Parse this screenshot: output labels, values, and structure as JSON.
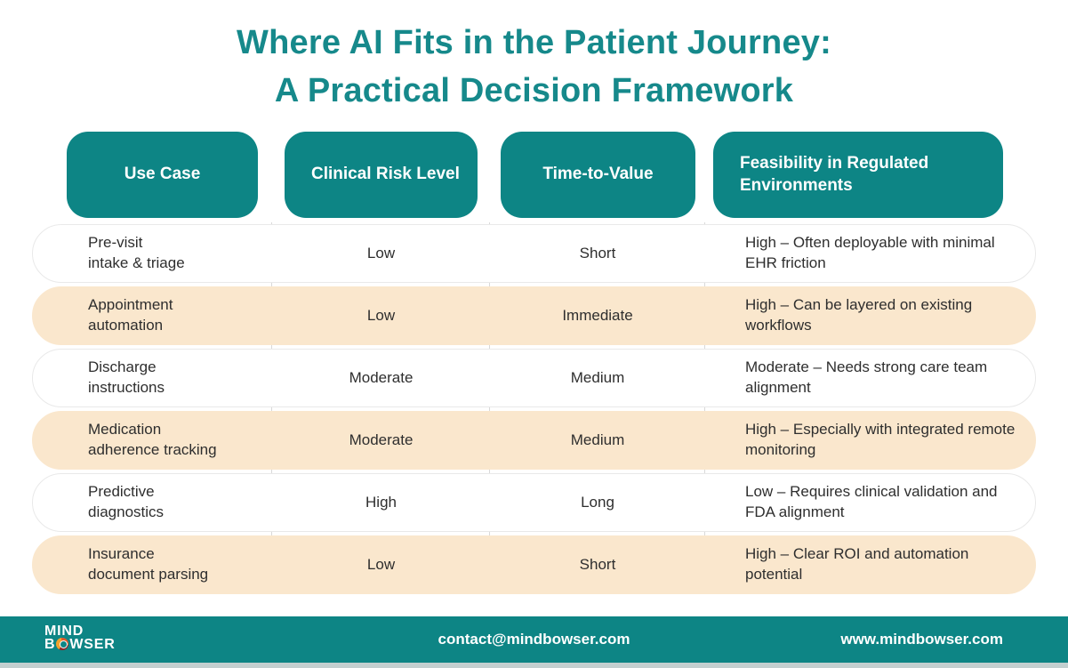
{
  "title": {
    "line1": "Where AI Fits in the Patient Journey:",
    "line2": "A Practical Decision Framework"
  },
  "chart_data": {
    "type": "table",
    "title": "Where AI Fits in the Patient Journey: A Practical Decision Framework",
    "columns": [
      "Use Case",
      "Clinical Risk Level",
      "Time-to-Value",
      "Feasibility in Regulated Environments"
    ],
    "rows": [
      [
        "Pre-visit\nintake & triage",
        "Low",
        "Short",
        "High – Often deployable with minimal EHR friction"
      ],
      [
        "Appointment\nautomation",
        "Low",
        "Immediate",
        "High – Can be layered on existing workflows"
      ],
      [
        "Discharge\ninstructions",
        "Moderate",
        "Medium",
        "Moderate – Needs strong care team alignment"
      ],
      [
        "Medication\nadherence tracking",
        "Moderate",
        "Medium",
        "High – Especially with integrated remote monitoring"
      ],
      [
        "Predictive\ndiagnostics",
        "High",
        "Long",
        "Low – Requires clinical validation and FDA alignment"
      ],
      [
        "Insurance\ndocument parsing",
        "Low",
        "Short",
        "High – Clear ROI and automation potential"
      ]
    ],
    "row_shading": [
      "white",
      "peach",
      "white",
      "peach",
      "white",
      "peach"
    ],
    "legend_position": "none",
    "grid": "column-dividers-only"
  },
  "footer": {
    "logo": {
      "line1": "MIND",
      "b": "B",
      "wser": "WSER"
    },
    "email": "contact@mindbowser.com",
    "website": "www.mindbowser.com"
  },
  "colors": {
    "teal": "#0d8585",
    "title_teal": "#16898b",
    "peach_row": "#fae7cd",
    "body_text": "#2e2e2e",
    "divider": "#d9d9d9",
    "white_row_border": "#e9e9e9",
    "logo_orange": "#f2a12e",
    "logo_red": "#e05a2b"
  }
}
